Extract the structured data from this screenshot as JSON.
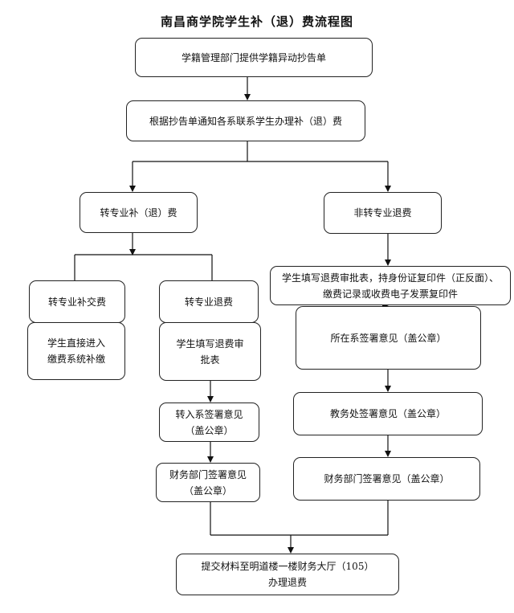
{
  "title": "南昌商学院学生补（退）费流程图",
  "boxes": {
    "start": "学籍管理部门提供学籍异动抄告单",
    "notify": "根据抄告单通知各系联系学生办理补（退）费",
    "transfer": "转专业补（退）费",
    "non_transfer": "非转专业退费",
    "transfer_pay": "转专业补交费",
    "transfer_refund": "转专业退费",
    "pay_direct_l1": "学生直接进入",
    "pay_direct_l2": "缴费系统补缴",
    "refund_form_l1": "学生填写退费审",
    "refund_form_l2": "批表",
    "in_dept_l1": "转入系签署意见",
    "in_dept_l2": "（盖公章）",
    "finance_left_l1": "财务部门签署意见",
    "finance_left_l2": "（盖公章）",
    "nt_form_l1": "学生填写退费审批表，持身份证复印件（正反面）、",
    "nt_form_l2": "缴费记录或收费电子发票复印件",
    "dept_sign": "所在系签署意见（盖公章）",
    "academic_sign": "教务处签署意见（盖公章）",
    "finance_right": "财务部门签署意见（盖公章）",
    "submit_l1": "提交材料至明道楼一楼财务大厅（105）",
    "submit_l2": "办理退费"
  }
}
